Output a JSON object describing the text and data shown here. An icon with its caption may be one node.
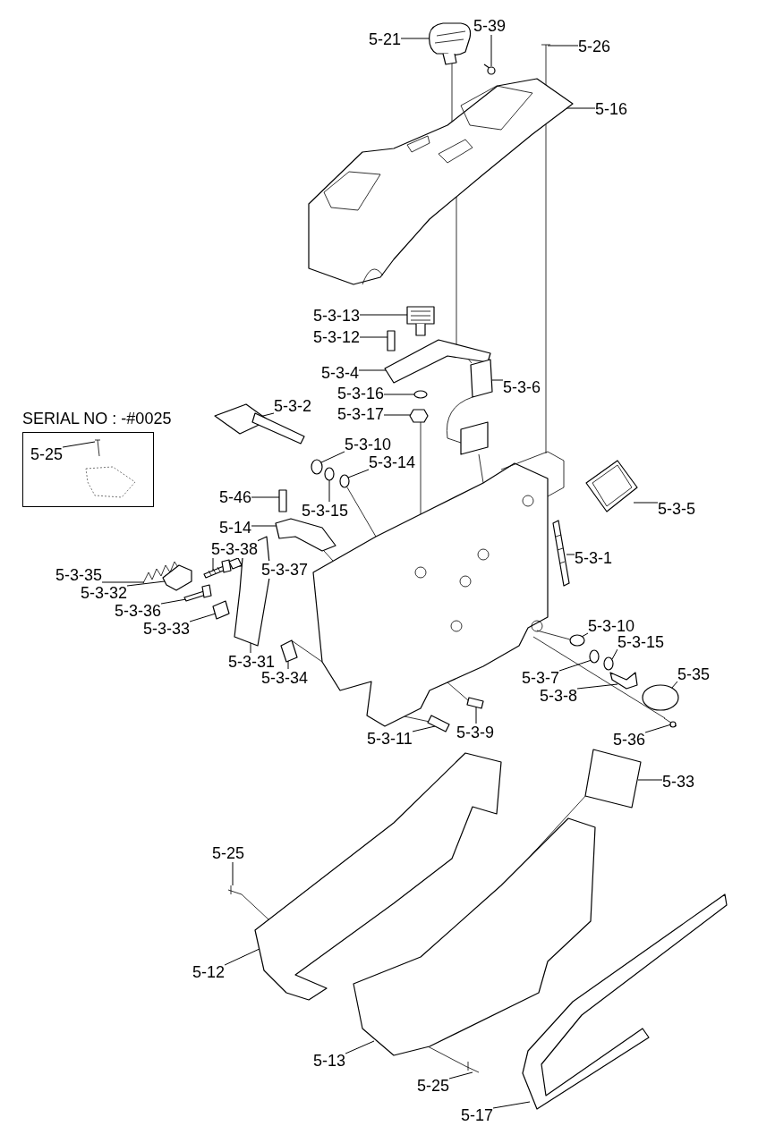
{
  "diagram": {
    "nodes": [
      {
        "text": [
          "SERIAL NO : -#0025"
        ]
      },
      {
        "text": [
          "5-25"
        ],
        "in": 0
      },
      {
        "text": [
          "5-21"
        ]
      },
      {
        "text": [
          "5-39"
        ]
      },
      {
        "text": [
          "5-26"
        ]
      },
      {
        "text": [
          "5-16"
        ]
      },
      {
        "text": [
          "5-3-13"
        ]
      },
      {
        "text": [
          "5-3-12"
        ]
      },
      {
        "text": [
          "5-3-4"
        ]
      },
      {
        "text": [
          "5-3-6"
        ]
      },
      {
        "text": [
          "5-3-16"
        ]
      },
      {
        "text": [
          "5-3-17"
        ]
      },
      {
        "text": [
          "5-3-2"
        ]
      },
      {
        "text": [
          "5-3-10"
        ]
      },
      {
        "text": [
          "5-3-14"
        ]
      },
      {
        "text": [
          "5-3-15"
        ]
      },
      {
        "text": [
          "5-3-5"
        ]
      },
      {
        "text": [
          "5-46"
        ]
      },
      {
        "text": [
          "5-14"
        ]
      },
      {
        "text": [
          "5-3-38"
        ]
      },
      {
        "text": [
          "5-3-37"
        ]
      },
      {
        "text": [
          "5-3-1"
        ]
      },
      {
        "text": [
          "5-3-35"
        ]
      },
      {
        "text": [
          "5-3-32"
        ]
      },
      {
        "text": [
          "5-3-36"
        ]
      },
      {
        "text": [
          "5-3-33"
        ]
      },
      {
        "text": [
          "5-3-10"
        ]
      },
      {
        "text": [
          "5-3-15"
        ]
      },
      {
        "text": [
          "5-3-31"
        ]
      },
      {
        "text": [
          "5-3-34"
        ]
      },
      {
        "text": [
          "5-3-7"
        ]
      },
      {
        "text": [
          "5-35"
        ]
      },
      {
        "text": [
          "5-3-8"
        ]
      },
      {
        "text": [
          "5-3-11"
        ]
      },
      {
        "text": [
          "5-3-9"
        ]
      },
      {
        "text": [
          "5-36"
        ]
      },
      {
        "text": [
          "5-33"
        ]
      },
      {
        "text": [
          "5-25"
        ]
      },
      {
        "text": [
          "5-12"
        ]
      },
      {
        "text": [
          "5-13"
        ]
      },
      {
        "text": [
          "5-25"
        ]
      },
      {
        "text": [
          "5-17"
        ]
      },
      {
        "text": [],
        "shape": "picture"
      },
      {
        "text": [],
        "shape": "picture"
      },
      {
        "text": [],
        "shape": "picture"
      },
      {
        "text": [],
        "shape": "picture"
      },
      {
        "text": [],
        "shape": "picture"
      },
      {
        "text": [],
        "shape": "box"
      },
      {
        "text": [],
        "shape": "picture"
      },
      {
        "text": [],
        "shape": "picture"
      },
      {
        "text": [],
        "shape": "circle"
      },
      {
        "text": [],
        "shape": "picture"
      },
      {
        "text": [],
        "shape": "picture"
      },
      {
        "text": [],
        "shape": "circle"
      },
      {
        "text": [],
        "shape": "circle"
      },
      {
        "text": [],
        "shape": "circle"
      },
      {
        "text": [],
        "shape": "picture"
      },
      {
        "text": [],
        "shape": "box"
      },
      {
        "text": [],
        "shape": "picture"
      },
      {
        "text": [],
        "shape": "picture"
      },
      {
        "text": [],
        "shape": "picture"
      },
      {
        "text": [],
        "shape": "picture"
      },
      {
        "text": [],
        "shape": "picture"
      },
      {
        "text": [],
        "shape": "picture"
      },
      {
        "text": [],
        "shape": "picture"
      },
      {
        "text": [],
        "shape": "picture"
      },
      {
        "text": [],
        "shape": "circle"
      },
      {
        "text": [],
        "shape": "circle"
      },
      {
        "text": [],
        "shape": "picture"
      },
      {
        "text": [],
        "shape": "picture"
      },
      {
        "text": [],
        "shape": "circle"
      },
      {
        "text": [],
        "shape": "circle"
      },
      {
        "text": [],
        "shape": "picture"
      },
      {
        "text": [],
        "shape": "picture"
      },
      {
        "text": [],
        "shape": "picture"
      },
      {
        "text": [],
        "shape": "picture"
      },
      {
        "text": [],
        "shape": "picture"
      },
      {
        "text": [],
        "shape": "picture"
      },
      {
        "text": [],
        "shape": "picture"
      },
      {
        "text": [],
        "shape": "picture"
      },
      {
        "text": [],
        "shape": "picture"
      },
      {
        "text": [],
        "shape": "picture"
      },
      {
        "text": [],
        "shape": "picture",
        "in": 0
      },
      {
        "text": [],
        "shape": "picture",
        "in": 0
      },
      {
        "text": [],
        "shape": "picture"
      }
    ],
    "edges": [
      {
        "from": 1,
        "to": 82,
        "arrow": "none"
      },
      {
        "from": 2,
        "to": 42,
        "arrow": "none"
      },
      {
        "from": 3,
        "to": 43,
        "arrow": "none"
      },
      {
        "from": 4,
        "to": 44,
        "arrow": "none"
      },
      {
        "from": 5,
        "to": 45,
        "arrow": "none"
      },
      {
        "from": 6,
        "to": 46,
        "arrow": "none"
      },
      {
        "from": 7,
        "to": 47,
        "arrow": "none"
      },
      {
        "from": 8,
        "to": 48,
        "arrow": "none"
      },
      {
        "from": 9,
        "to": 49,
        "arrow": "none"
      },
      {
        "from": 10,
        "to": 50,
        "arrow": "none"
      },
      {
        "from": 11,
        "to": 51,
        "arrow": "none"
      },
      {
        "from": 12,
        "to": 52,
        "arrow": "none"
      },
      {
        "from": 13,
        "to": 53,
        "arrow": "none"
      },
      {
        "from": 14,
        "to": 54,
        "arrow": "none"
      },
      {
        "from": 15,
        "to": 55,
        "arrow": "none"
      },
      {
        "from": 16,
        "to": 56,
        "arrow": "none"
      },
      {
        "from": 17,
        "to": 57,
        "arrow": "none"
      },
      {
        "from": 18,
        "to": 58,
        "arrow": "none"
      },
      {
        "from": 19,
        "to": 59,
        "arrow": "none"
      },
      {
        "from": 20,
        "to": 60,
        "arrow": "none"
      },
      {
        "from": 21,
        "to": 61,
        "arrow": "none"
      },
      {
        "from": 22,
        "to": 62,
        "arrow": "none"
      },
      {
        "from": 23,
        "to": 63,
        "arrow": "none"
      },
      {
        "from": 24,
        "to": 64,
        "arrow": "none"
      },
      {
        "from": 25,
        "to": 65,
        "arrow": "none"
      },
      {
        "from": 26,
        "to": 66,
        "arrow": "none"
      },
      {
        "from": 27,
        "to": 67,
        "arrow": "none"
      },
      {
        "from": 28,
        "to": 68,
        "arrow": "none"
      },
      {
        "from": 29,
        "to": 69,
        "arrow": "none"
      },
      {
        "from": 30,
        "to": 70,
        "arrow": "none"
      },
      {
        "from": 31,
        "to": 71,
        "arrow": "none"
      },
      {
        "from": 32,
        "to": 72,
        "arrow": "none"
      },
      {
        "from": 33,
        "to": 73,
        "arrow": "none"
      },
      {
        "from": 34,
        "to": 74,
        "arrow": "none"
      },
      {
        "from": 35,
        "to": 75,
        "arrow": "none"
      },
      {
        "from": 36,
        "to": 76,
        "arrow": "none"
      },
      {
        "from": 37,
        "to": 77,
        "arrow": "none"
      },
      {
        "from": 38,
        "to": 78,
        "arrow": "none"
      },
      {
        "from": 39,
        "to": 79,
        "arrow": "none"
      },
      {
        "from": 40,
        "to": 80,
        "arrow": "none"
      },
      {
        "from": 41,
        "to": 81,
        "arrow": "none"
      },
      {
        "from": 42,
        "to": 45,
        "arrow": "none"
      },
      {
        "from": 45,
        "to": 49,
        "arrow": "none"
      },
      {
        "from": 44,
        "to": 45,
        "arrow": "none"
      },
      {
        "from": 45,
        "to": 84,
        "arrow": "none"
      },
      {
        "from": 51,
        "to": 84,
        "arrow": "none"
      },
      {
        "from": 54,
        "to": 84,
        "arrow": "none"
      },
      {
        "from": 49,
        "to": 84,
        "arrow": "none"
      },
      {
        "from": 84,
        "to": 66,
        "arrow": "none"
      },
      {
        "from": 84,
        "to": 75,
        "arrow": "none"
      },
      {
        "from": 76,
        "to": 79,
        "arrow": "none"
      },
      {
        "from": 77,
        "to": 78,
        "arrow": "none"
      },
      {
        "from": 80,
        "to": 79,
        "arrow": "none"
      },
      {
        "from": 69,
        "to": 84,
        "arrow": "none"
      },
      {
        "from": 73,
        "to": 84,
        "arrow": "none"
      },
      {
        "from": 74,
        "to": 84,
        "arrow": "none"
      },
      {
        "from": 58,
        "to": 84,
        "arrow": "none"
      }
    ]
  }
}
